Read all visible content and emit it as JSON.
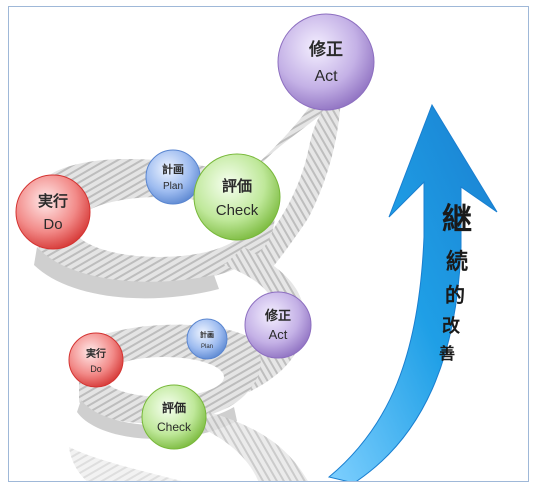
{
  "colors": {
    "act": "#a58ad0",
    "plan": "#6f9bde",
    "check": "#92d050",
    "do": "#e8403e",
    "arrow": "#1f9fe6",
    "stairs": "#d9d9d9",
    "frame_border": "#9fb8d8"
  },
  "upper_cycle": {
    "act": {
      "jp": "修正",
      "en": "Act"
    },
    "plan": {
      "jp": "計画",
      "en": "Plan"
    },
    "check": {
      "jp": "評価",
      "en": "Check"
    },
    "do": {
      "jp": "実行",
      "en": "Do"
    }
  },
  "lower_cycle": {
    "act": {
      "jp": "修正",
      "en": "Act"
    },
    "plan": {
      "jp": "計画",
      "en": "Plan"
    },
    "check": {
      "jp": "評価",
      "en": "Check"
    },
    "do": {
      "jp": "実行",
      "en": "Do"
    }
  },
  "arrow_label": {
    "chars": [
      "継",
      "続",
      "的",
      "改",
      "善"
    ]
  }
}
